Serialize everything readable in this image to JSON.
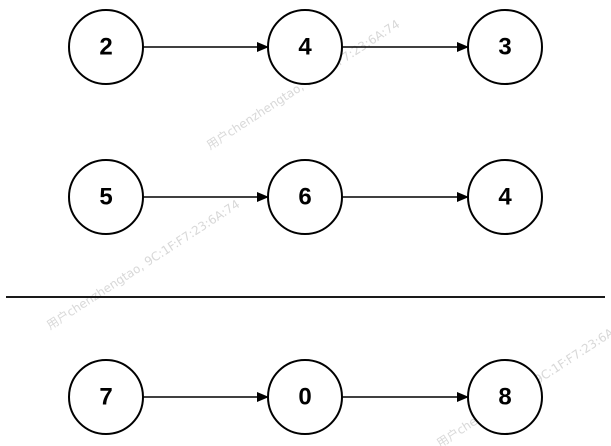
{
  "diagram": {
    "kind": "linked-list-addition",
    "lists": [
      {
        "role": "operand-1",
        "values": [
          "2",
          "4",
          "3"
        ]
      },
      {
        "role": "operand-2",
        "values": [
          "5",
          "6",
          "4"
        ]
      },
      {
        "role": "result",
        "values": [
          "7",
          "0",
          "8"
        ]
      }
    ],
    "divider_after_list": 1,
    "watermark": "用户chenzhengtao, 9C:1F:F7:23:6A:74",
    "colors": {
      "stroke": "#000000",
      "fill": "#ffffff",
      "divider": "#1a1a1a",
      "watermark": "#d8d8d8"
    }
  }
}
